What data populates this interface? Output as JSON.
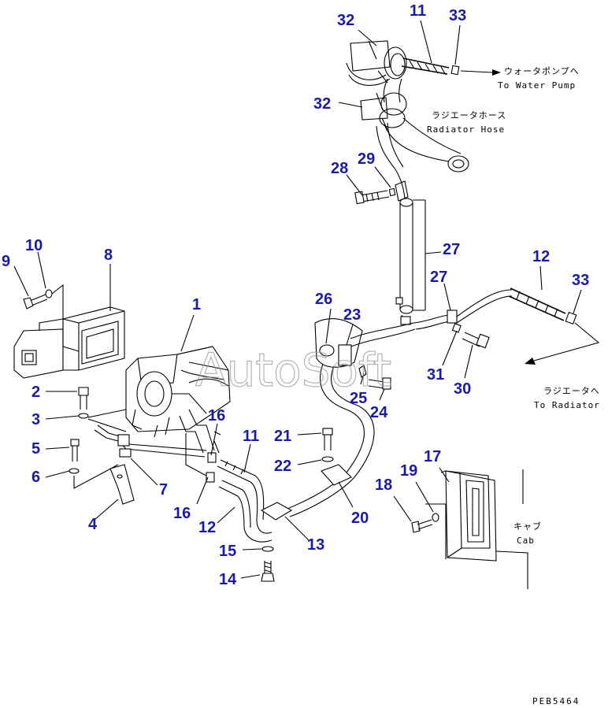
{
  "diagram": {
    "code": "PEB5464",
    "watermark": "AutoSoft",
    "notes": {
      "water_pump_jp": "ウォータポンプへ",
      "water_pump_en": "To Water Pump",
      "radiator_hose_jp": "ラジエータホース",
      "radiator_hose_en": "Radiator Hose",
      "to_radiator_jp": "ラジエータへ",
      "to_radiator_en": "To Radiator",
      "cab_jp": "キャブ",
      "cab_en": "Cab"
    },
    "parts": [
      "1",
      "2",
      "3",
      "4",
      "5",
      "6",
      "7",
      "8",
      "9",
      "10",
      "11",
      "11",
      "12",
      "12",
      "13",
      "14",
      "15",
      "16",
      "16",
      "17",
      "18",
      "19",
      "20",
      "21",
      "22",
      "23",
      "24",
      "25",
      "26",
      "27",
      "27",
      "28",
      "29",
      "30",
      "31",
      "32",
      "32",
      "33",
      "33"
    ]
  },
  "colors": {
    "part_number": "#1a1aa6",
    "line": "#000000",
    "watermark": "#9a9a9a"
  }
}
